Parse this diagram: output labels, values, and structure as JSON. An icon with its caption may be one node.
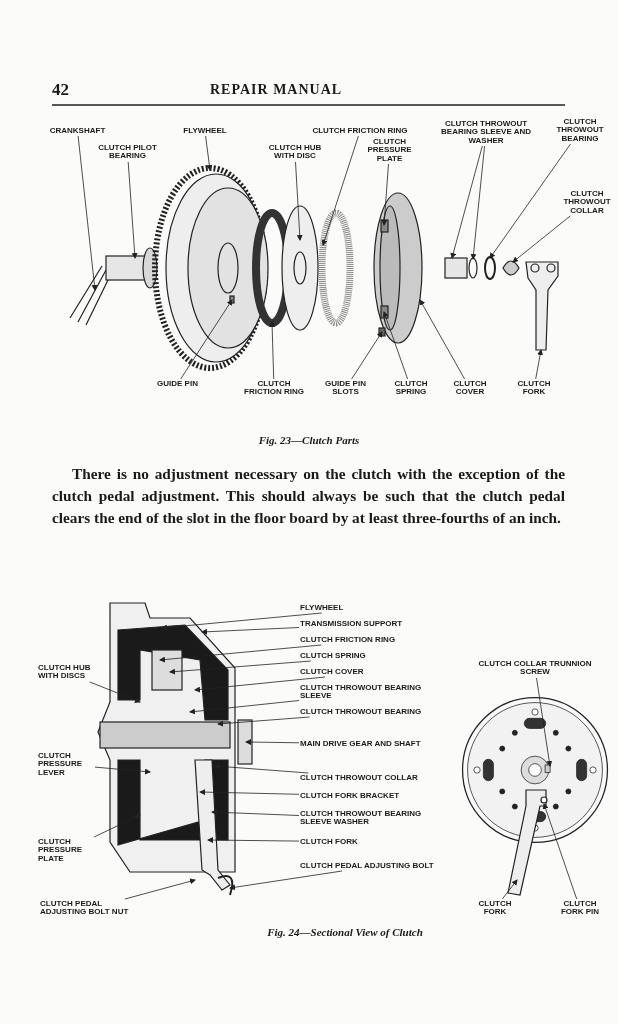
{
  "diagram": {
    "nodes": [
      {
        "text": [
          "CRANKSHAFT"
        ]
      },
      {
        "text": [
          "CLUTCH PILOT BEARING"
        ]
      },
      {
        "text": [
          "FLYWHEEL"
        ]
      },
      {
        "text": [
          "CLUTCH FRICTION RING"
        ]
      },
      {
        "text": [
          "CLUTCH HUB WITH DISC"
        ]
      },
      {
        "text": [
          "CLUTCH PRESSURE PLATE"
        ]
      },
      {
        "text": [
          "CLUTCH THROWOUT BEARING SLEEVE AND WASHER"
        ]
      },
      {
        "text": [
          "CLUTCH THROWOUT BEARING"
        ]
      },
      {
        "text": [
          "CLUTCH THROWOUT COLLAR"
        ]
      },
      {
        "text": [
          "CLUTCH COVER"
        ]
      },
      {
        "text": [
          "CLUTCH SPRING"
        ]
      },
      {
        "text": [
          "CLUTCH FRICTION RING"
        ]
      },
      {
        "text": [
          "GUIDE PIN"
        ]
      },
      {
        "text": [
          "GUIDE PIN SLOTS"
        ]
      },
      {
        "text": [
          "CLUTCH FORK"
        ]
      },
      {
        "text": [
          "FLYWHEEL"
        ]
      },
      {
        "text": [
          "TRANSMISSION SUPPORT"
        ]
      },
      {
        "text": [
          "CLUTCH FRICTION RING"
        ]
      },
      {
        "text": [
          "CLUTCH SPRING"
        ]
      },
      {
        "text": [
          "CLUTCH COVER"
        ]
      },
      {
        "text": [
          "CLUTCH THROWOUT BEARING SLEEVE"
        ]
      },
      {
        "text": [
          "CLUTCH THROWOUT BEARING"
        ]
      },
      {
        "text": [
          "MAIN DRIVE GEAR AND SHAFT"
        ]
      },
      {
        "text": [
          "CLUTCH THROWOUT COLLAR"
        ]
      },
      {
        "text": [
          "CLUTCH FORK BRACKET"
        ]
      },
      {
        "text": [
          "CLUTCH THROWOUT BEARING SLEEVE WASHER"
        ]
      },
      {
        "text": [
          "CLUTCH FORK"
        ]
      },
      {
        "text": [
          "CLUTCH PEDAL ADJUSTING BOLT"
        ]
      },
      {
        "text": [
          "CLUTCH PEDAL ADJUSTING BOLT NUT"
        ]
      },
      {
        "text": [
          "CLUTCH PRESSURE PLATE"
        ]
      },
      {
        "text": [
          "CLUTCH PRESSURE LEVER"
        ]
      },
      {
        "text": [
          "CLUTCH HUB WITH DISCS"
        ]
      },
      {
        "text": [
          "CLUTCH COLLAR TRUNNION SCREW"
        ]
      },
      {
        "text": [
          "CLUTCH FORK"
        ]
      },
      {
        "text": [
          "CLUTCH FORK PIN"
        ]
      }
    ],
    "edges": [
      {
        "from": 0,
        "to": null,
        "arrow": "to"
      },
      {
        "from": 1,
        "to": null,
        "arrow": "to"
      },
      {
        "from": 2,
        "to": null,
        "arrow": "to"
      },
      {
        "from": 3,
        "to": null,
        "arrow": "to"
      },
      {
        "from": 4,
        "to": null,
        "arrow": "to"
      },
      {
        "from": 5,
        "to": null,
        "arrow": "to"
      },
      {
        "from": 6,
        "to": null,
        "arrow": "to"
      },
      {
        "from": 6,
        "to": null,
        "arrow": "to"
      },
      {
        "from": 7,
        "to": null,
        "arrow": "to"
      },
      {
        "from": 8,
        "to": null,
        "arrow": "to"
      },
      {
        "from": 9,
        "to": null,
        "arrow": "to"
      },
      {
        "from": 10,
        "to": null,
        "arrow": "to"
      },
      {
        "from": 11,
        "to": null,
        "arrow": "to"
      },
      {
        "from": 12,
        "to": null,
        "arrow": "to"
      },
      {
        "from": 13,
        "to": null,
        "arrow": "to"
      },
      {
        "from": 14,
        "to": null,
        "arrow": "to"
      },
      {
        "from": 15,
        "to": null,
        "arrow": "to"
      },
      {
        "from": 16,
        "to": null,
        "arrow": "to"
      },
      {
        "from": 17,
        "to": null,
        "arrow": "to"
      },
      {
        "from": 18,
        "to": null,
        "arrow": "to"
      },
      {
        "from": 19,
        "to": null,
        "arrow": "to"
      },
      {
        "from": 20,
        "to": null,
        "arrow": "to"
      },
      {
        "from": 21,
        "to": null,
        "arrow": "to"
      },
      {
        "from": 22,
        "to": null,
        "arrow": "to"
      },
      {
        "from": 23,
        "to": null,
        "arrow": "to"
      },
      {
        "from": 24,
        "to": null,
        "arrow": "to"
      },
      {
        "from": 25,
        "to": null,
        "arrow": "to"
      },
      {
        "from": 26,
        "to": null,
        "arrow": "to"
      },
      {
        "from": 27,
        "to": null,
        "arrow": "to"
      },
      {
        "from": 28,
        "to": null,
        "arrow": "to"
      },
      {
        "from": 29,
        "to": null,
        "arrow": "to"
      },
      {
        "from": 30,
        "to": null,
        "arrow": "to"
      },
      {
        "from": 31,
        "to": null,
        "arrow": "to"
      },
      {
        "from": 32,
        "to": null,
        "arrow": "to"
      },
      {
        "from": 33,
        "to": null,
        "arrow": "to"
      },
      {
        "from": 34,
        "to": null,
        "arrow": "to"
      }
    ],
    "labels": [
      "42",
      "REPAIR MANUAL",
      "Fig. 23—Clutch Parts",
      "There is no adjustment necessary on the clutch with the exception of the clutch pedal adjustment. This should always be such that the clutch pedal clears the end of the slot in the floor board by at least three-fourths of an inch.",
      "Fig. 24—Sectional View of Clutch"
    ]
  }
}
